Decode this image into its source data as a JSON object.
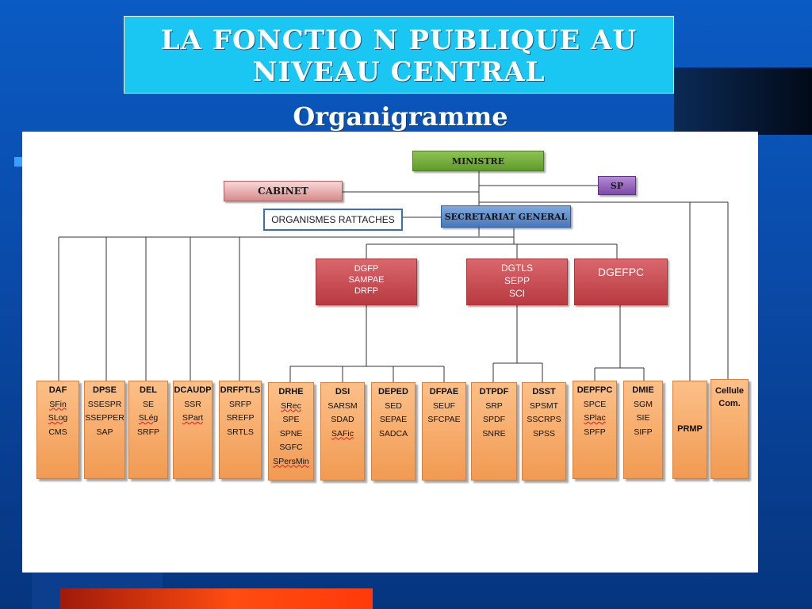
{
  "title": {
    "line1": "La fonctio n publique  au",
    "line2": "niveau  central"
  },
  "subtitle": "Organigramme",
  "org": {
    "ministre": "MINISTRE",
    "cabinet": "CABINET",
    "sp": "SP",
    "organismes": "ORGANISMES  RATTACHES",
    "sg": "SECRETARIAT GENERAL",
    "dgfp": [
      "DGFP",
      "SAMPAE",
      "DRFP"
    ],
    "dgtls": [
      "DGTLS",
      "SEPP",
      "SCI"
    ],
    "dgefpc": "DGEFPC"
  },
  "units": {
    "daf": {
      "head": "DAF",
      "items": [
        "SFin",
        "SLog",
        "CMS"
      ]
    },
    "dpse": {
      "head": "DPSE",
      "items": [
        "SSESPR",
        "SSEPPER",
        "SAP"
      ]
    },
    "del": {
      "head": "DEL",
      "items": [
        "SE",
        "SLég",
        "SRFP"
      ]
    },
    "dcaudp": {
      "head": "DCAUDP",
      "items": [
        "SSR",
        "SPart"
      ]
    },
    "drfptls": {
      "head": "DRFPTLS",
      "items": [
        "SRFP",
        "SREFP",
        "SRTLS"
      ]
    },
    "drhe": {
      "head": "DRHE",
      "items": [
        "SRec",
        "SPE",
        "SPNE",
        "SGFC",
        "SPersMin"
      ]
    },
    "dsi": {
      "head": "DSI",
      "items": [
        "SARSM",
        "SDAD",
        "SAFic"
      ]
    },
    "deped": {
      "head": "DEPED",
      "items": [
        "SED",
        "SEPAE",
        "SADCA"
      ]
    },
    "dfpae": {
      "head": "DFPAE",
      "items": [
        "SEUF",
        "SFCPAE"
      ]
    },
    "dtpdf": {
      "head": "DTPDF",
      "items": [
        "SRP",
        "SPDF",
        "SNRE"
      ]
    },
    "dsst": {
      "head": "DSST",
      "items": [
        "SPSMT",
        "SSCRPS",
        "SPSS"
      ]
    },
    "depfpc": {
      "head": "DEPFPC",
      "items": [
        "SPCE",
        "SPlac",
        "SPFP"
      ]
    },
    "dmie": {
      "head": "DMIE",
      "items": [
        "SGM",
        "SIE",
        "SIFP"
      ]
    },
    "prmp": "PRMP",
    "cellule": [
      "Cellule",
      "Com."
    ]
  },
  "colors": {
    "title_bg": "#19c7f2",
    "ministre": "#6fab3a",
    "cabinet": "#e5a9a9",
    "sp": "#9466c0",
    "sg": "#5a88c8",
    "direction": "#c9484d",
    "unit": "#f6aa66"
  }
}
